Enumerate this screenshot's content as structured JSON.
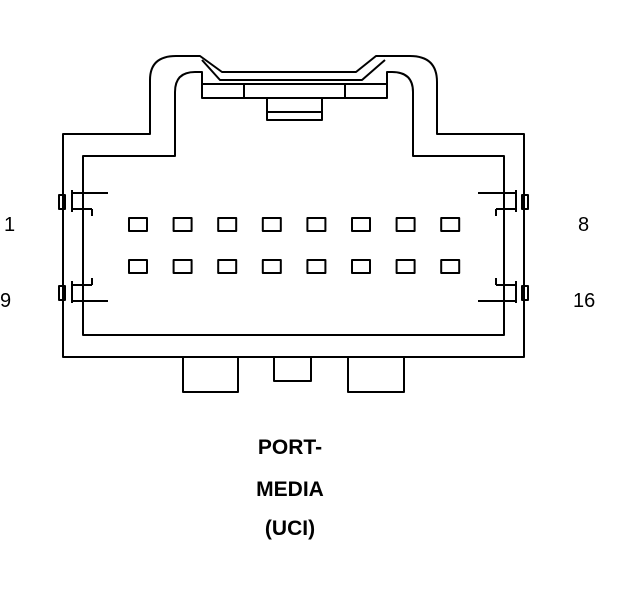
{
  "connector": {
    "name_lines": [
      "PORT-",
      "MEDIA",
      "(UCI)"
    ],
    "pin_labels": {
      "top_left": "1",
      "top_right": "8",
      "bottom_left": "9",
      "bottom_right": "16"
    },
    "pin_rows": 2,
    "pins_per_row": 8
  }
}
